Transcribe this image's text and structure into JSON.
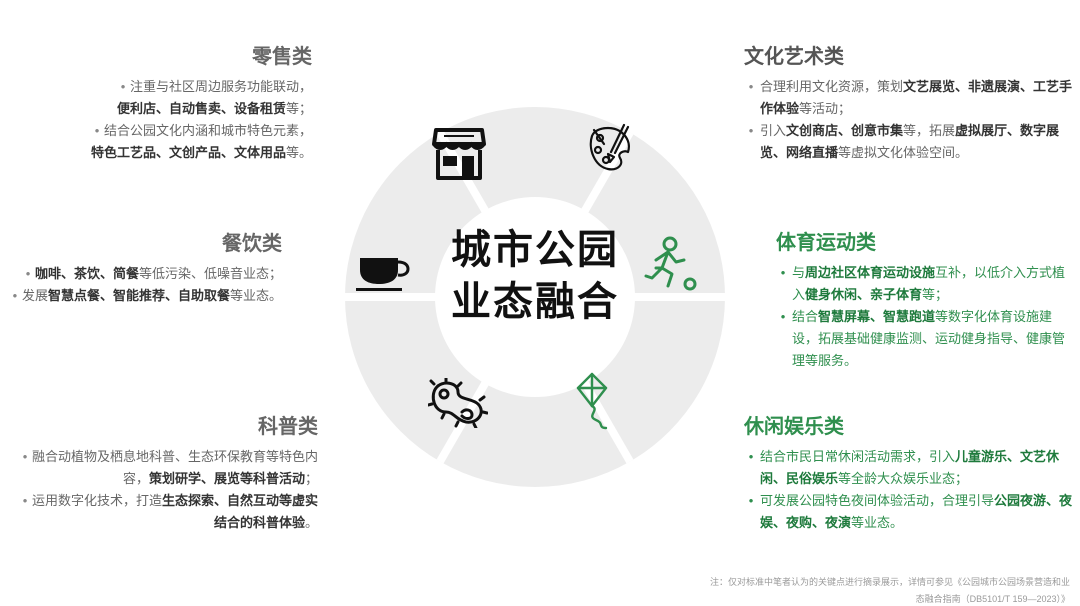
{
  "center": {
    "line1": "城市公园",
    "line2": "业态融合"
  },
  "left": [
    {
      "title": "零售类",
      "items": [
        [
          "注重与社区周边服务功能联动，",
          "",
          "便利店、自动售卖、设备租赁",
          "等；"
        ],
        [
          "结合公园文化内涵和城市特色元素，",
          "",
          "特色工艺品、文创产品、文体用品",
          "等。"
        ]
      ]
    },
    {
      "title": "餐饮类",
      "items": [
        [
          "",
          "咖啡、茶饮、简餐",
          "等低污染、低噪音业态；"
        ],
        [
          "发展",
          "智慧点餐、智能推荐、自助取餐",
          "等业态。"
        ]
      ]
    },
    {
      "title": "科普类",
      "items": [
        [
          "融合动植物及栖息地科普、生态环保教育等特色内容，",
          "策划研学、展览等科普活动",
          "；"
        ],
        [
          "运用数字化技术，打造",
          "生态探索、自然互动等虚实结合的科普体验",
          "。"
        ]
      ]
    }
  ],
  "right": [
    {
      "title": "文化艺术类",
      "items": [
        [
          "合理利用文化资源，策划",
          "文艺展览、非遗展演、工艺手作体验",
          "等活动；"
        ],
        [
          "引入",
          "文创商店、创意市集",
          "等，拓展",
          "虚拟展厅、数字展览、网络直播",
          "等虚拟文化体验空间。"
        ]
      ]
    },
    {
      "title": "体育运动类",
      "items": [
        [
          "与",
          "周边社区体育运动设施",
          "互补，以低介入方式植入",
          "健身休闲、亲子体育",
          "等；"
        ],
        [
          "结合",
          "智慧屏幕、智慧跑道",
          "等数字化体育设施建设，拓展基础健康监测、运动健身指导、健康管理等服务。"
        ]
      ]
    },
    {
      "title": "休闲娱乐类",
      "items": [
        [
          "结合市民日常休闲活动需求，引入",
          "儿童游乐、文艺休闲、民俗娱乐",
          "等全龄大众娱乐业态；"
        ],
        [
          "可发展公园特色夜间体验活动，合理引导",
          "公园夜游、夜娱、夜购、夜演",
          "等业态。"
        ]
      ]
    }
  ],
  "footnote": "注：仅对标准中笔者认为的关键点进行摘录展示，详情可参见《公园城市公园场景营造和业态融合指南（DB5101/T 159—2023）》",
  "colors": {
    "green": "#2f8f4e",
    "segment": "#ececec",
    "ring": "#ffffff"
  },
  "icons": [
    "store-icon",
    "art-palette-icon",
    "running-icon",
    "kite-icon",
    "microbe-icon",
    "coffee-cup-icon"
  ]
}
